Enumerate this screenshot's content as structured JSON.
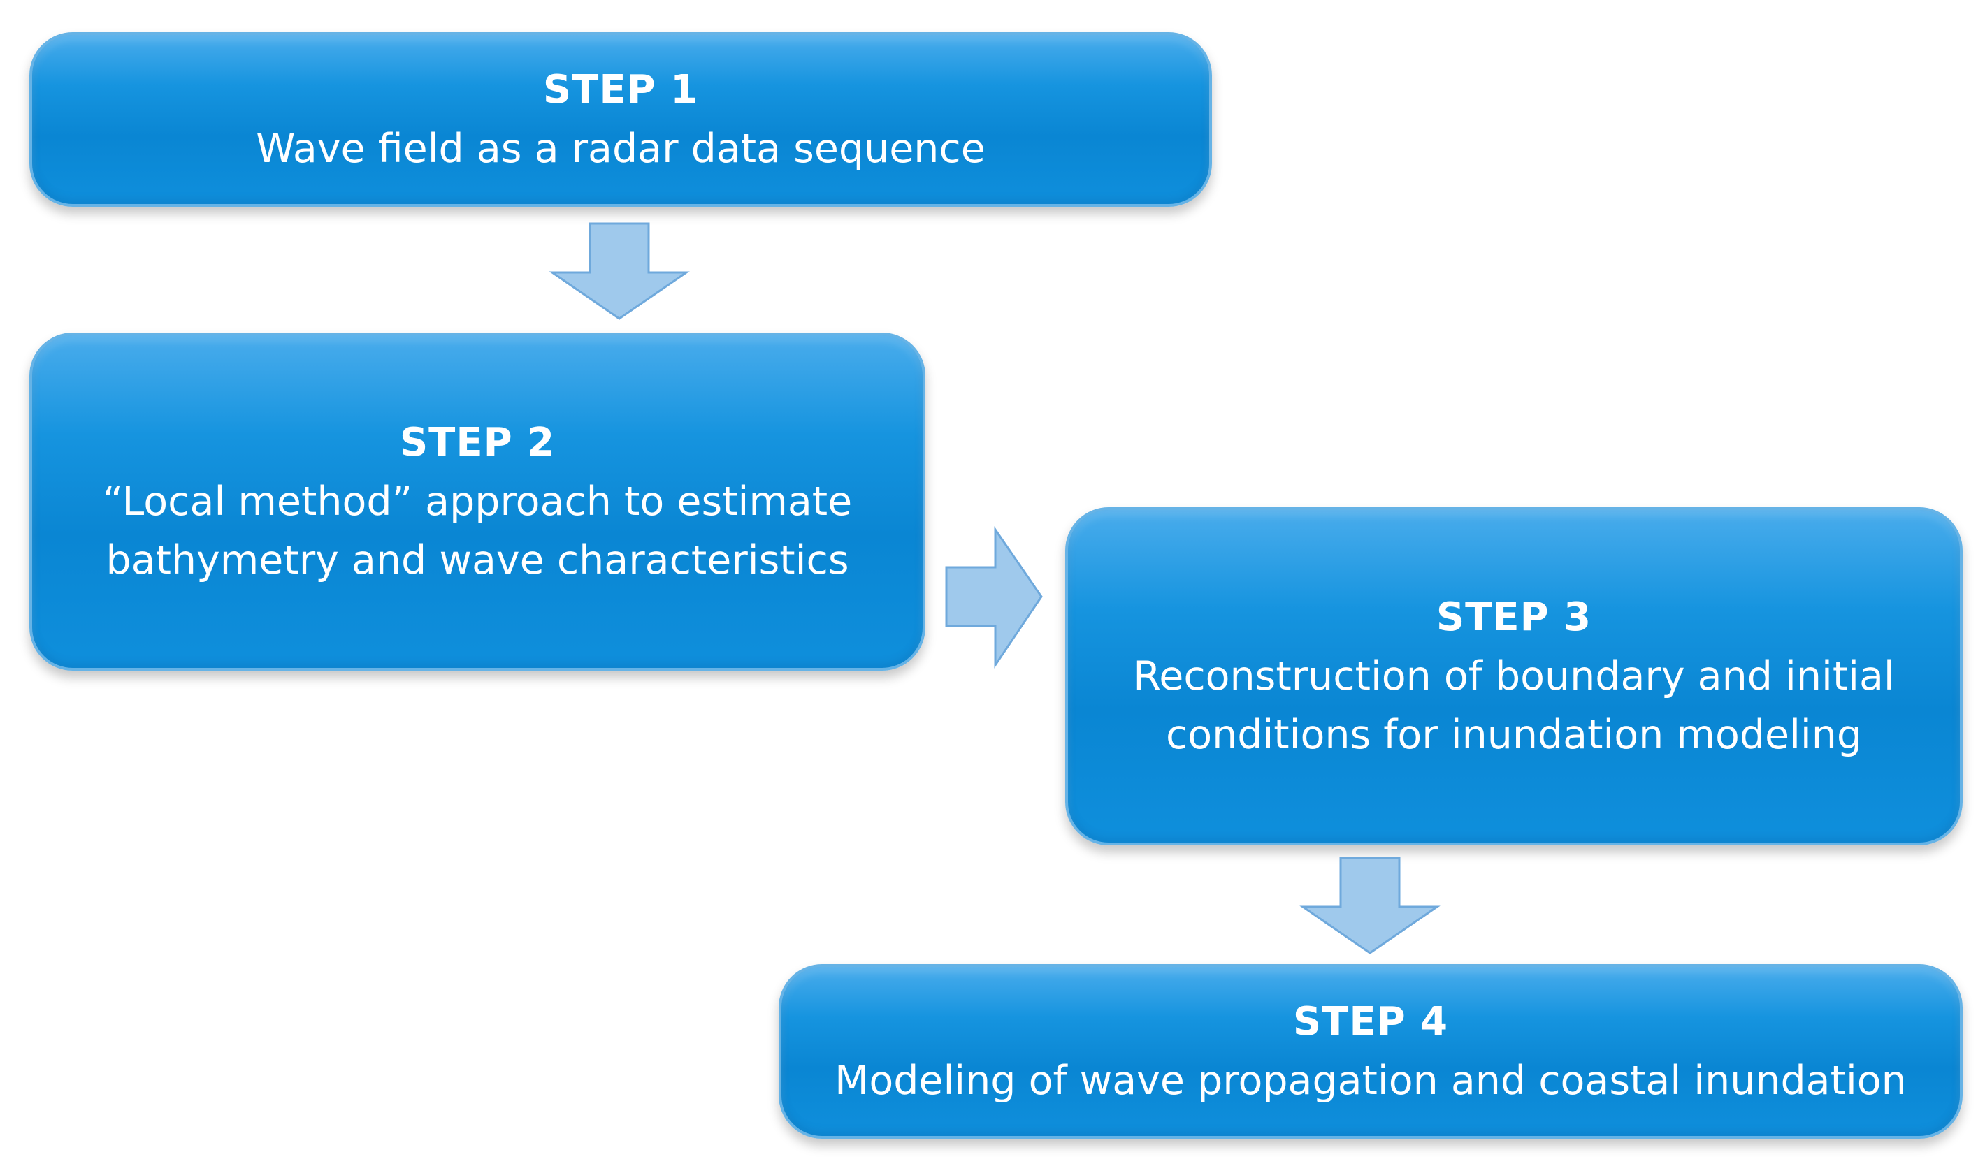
{
  "steps": [
    {
      "title": "STEP 1",
      "description": "Wave field as a radar data sequence"
    },
    {
      "title": "STEP 2",
      "description": "“Local method” approach to estimate\nbathymetry and wave characteristics"
    },
    {
      "title": "STEP 3",
      "description": "Reconstruction of boundary and initial\nconditions for inundation modeling"
    },
    {
      "title": "STEP 4",
      "description": "Modeling of wave propagation and coastal inundation"
    }
  ],
  "colors": {
    "box_fill": "#1a94df",
    "box_border": "#66b3e6",
    "arrow_fill": "#9fc9ec",
    "arrow_stroke": "#6fa9dc",
    "text": "#ffffff"
  }
}
